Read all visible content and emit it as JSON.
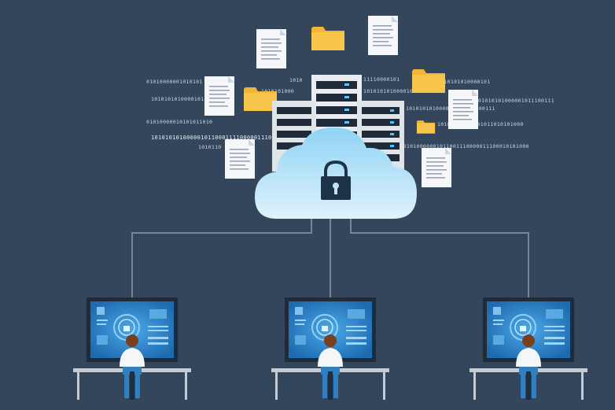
{
  "binary_strings": [
    "01010000001010101",
    "1010101010000101",
    "01010000010101011010",
    "10101010100000101100011110000011100",
    "1010110",
    "1010",
    "1010101000",
    "11110000101",
    "101010101000010",
    "1010101010000101",
    "01010101000001011100111",
    "101010101000001010100000111",
    "10101010000001011010101000",
    "10101010000001011001110000011100010101000"
  ],
  "colors": {
    "background": "#34465b",
    "cloud": "#bfe4f7",
    "folder": "#f2b535",
    "monitor_frame": "#1e2b3a",
    "monitor_screen": "#2e86c8",
    "lines": "#8e9aa8"
  },
  "icons": {
    "lock": "padlock-icon",
    "server": "server-rack-icon",
    "document": "document-icon",
    "folder": "folder-icon"
  }
}
